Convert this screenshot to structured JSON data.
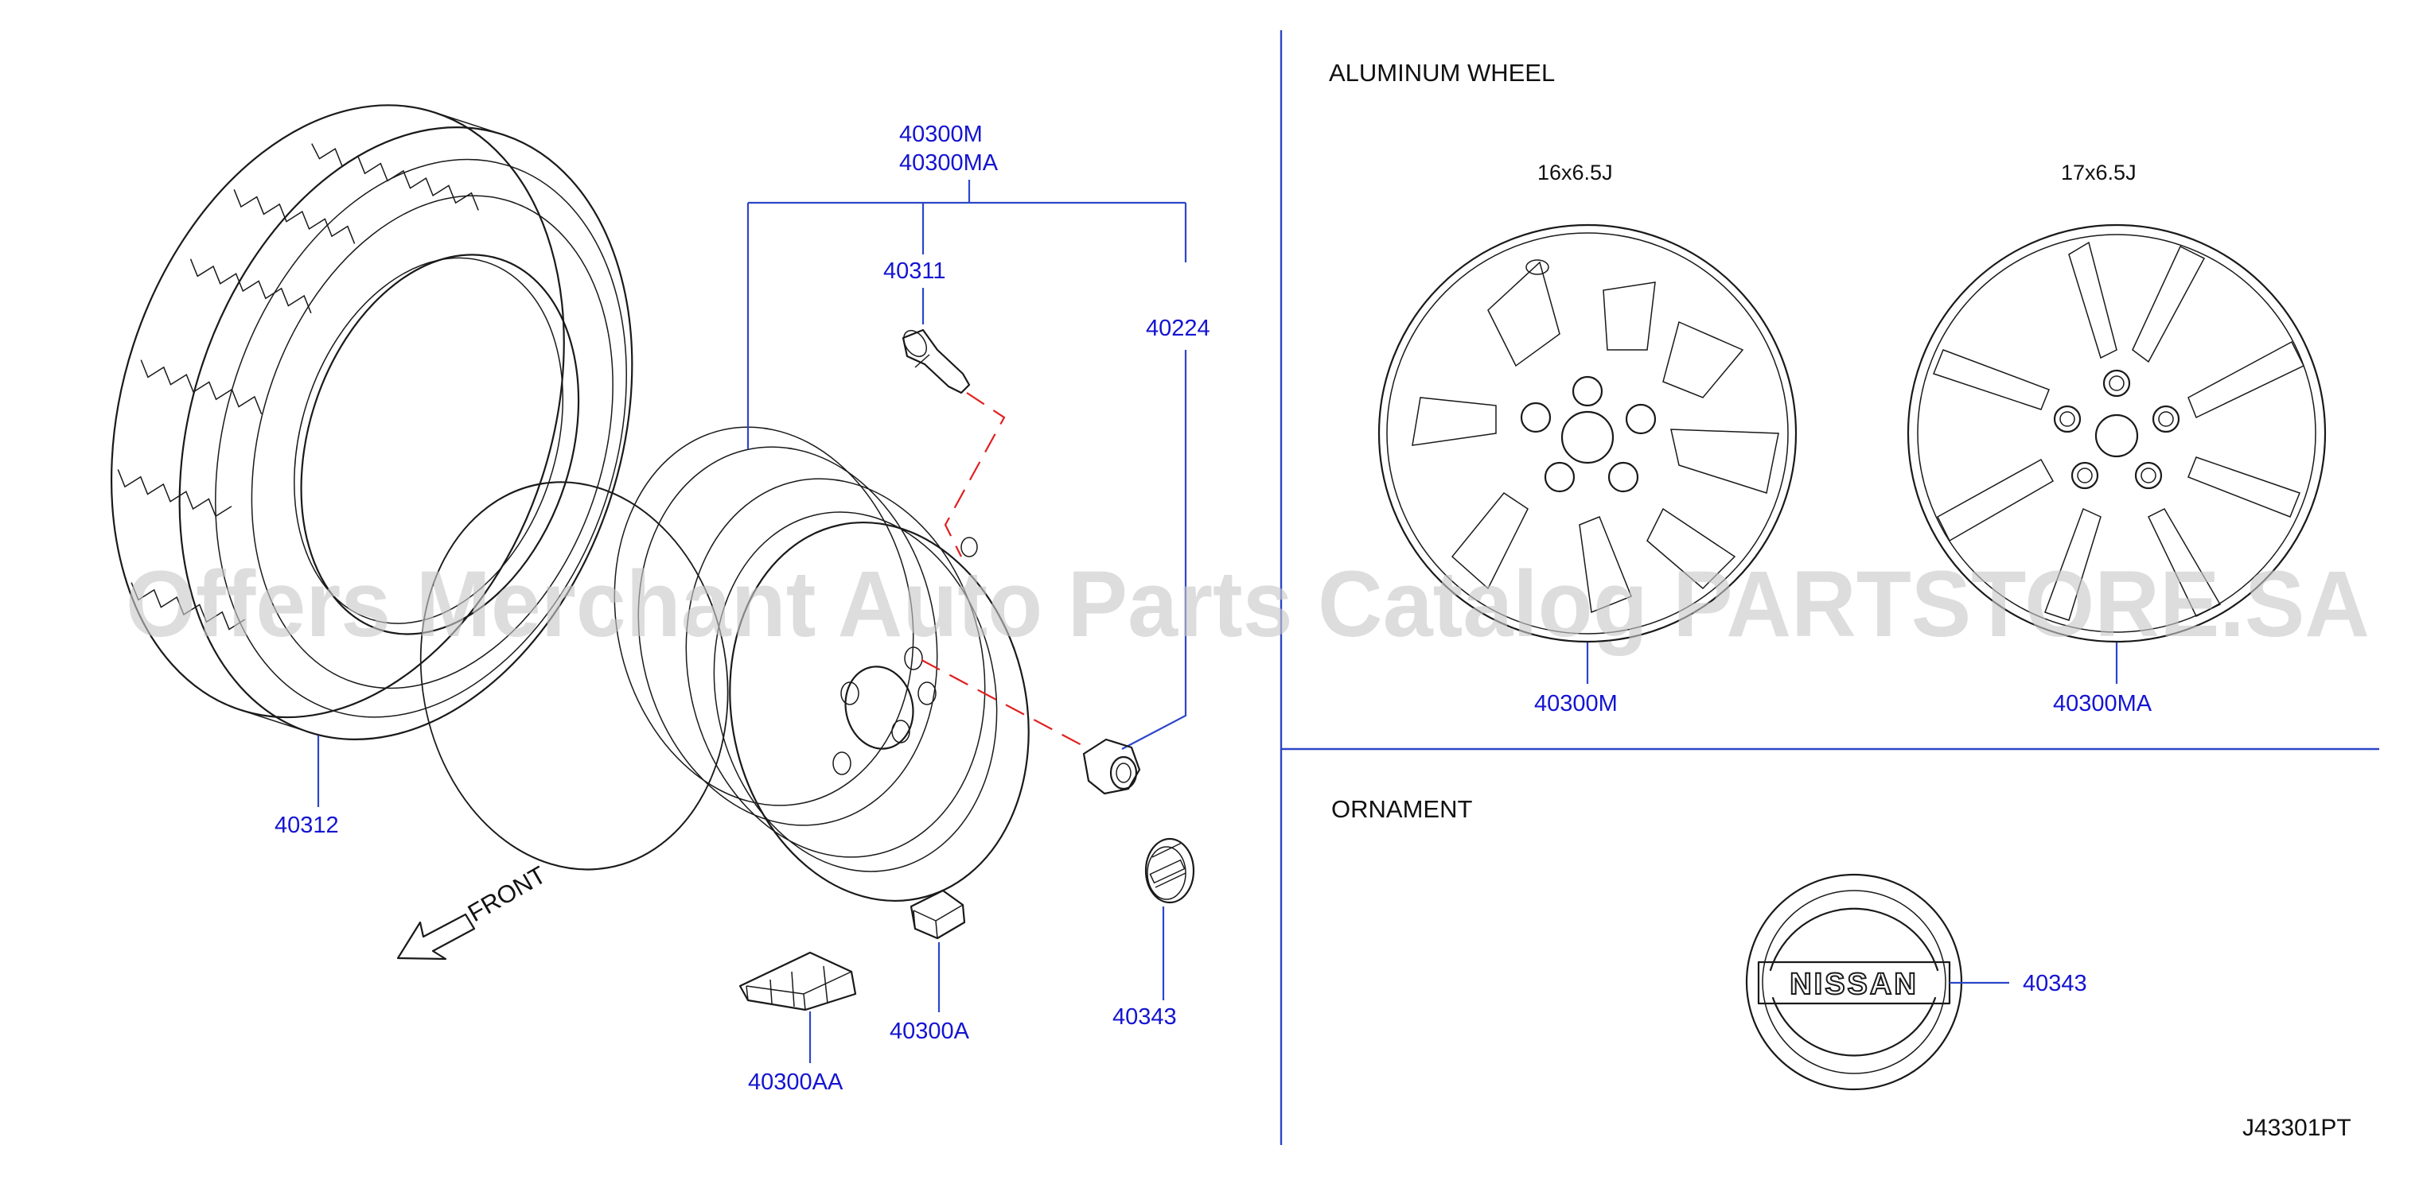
{
  "diagram": {
    "section_headers": {
      "aluminum_wheel": "ALUMINUM   WHEEL",
      "ornament": "ORNAMENT"
    },
    "wheel_sizes": {
      "wheel_16": "16x6.5J",
      "wheel_17": "17x6.5J"
    },
    "part_numbers": {
      "tire": "40312",
      "wheel_set_m": "40300M",
      "wheel_set_ma": "40300MA",
      "valve": "40311",
      "nut": "40224",
      "balance_weight": "40300A",
      "balance_weight_aa": "40300AA",
      "ornament_small": "40343",
      "aluminum_16": "40300M",
      "aluminum_17": "40300MA",
      "ornament_large": "40343"
    },
    "front_label": "FRONT",
    "logo_text": "NISSAN",
    "drawing_code": "J43301PT",
    "watermark": "Offers Merchant Auto Parts Catalog PARTSTORE.SA",
    "colors": {
      "callout": "#1414d2",
      "leader": "#2d46c8",
      "assembly_line": "#e02020",
      "linework": "#1a1a1a"
    }
  }
}
